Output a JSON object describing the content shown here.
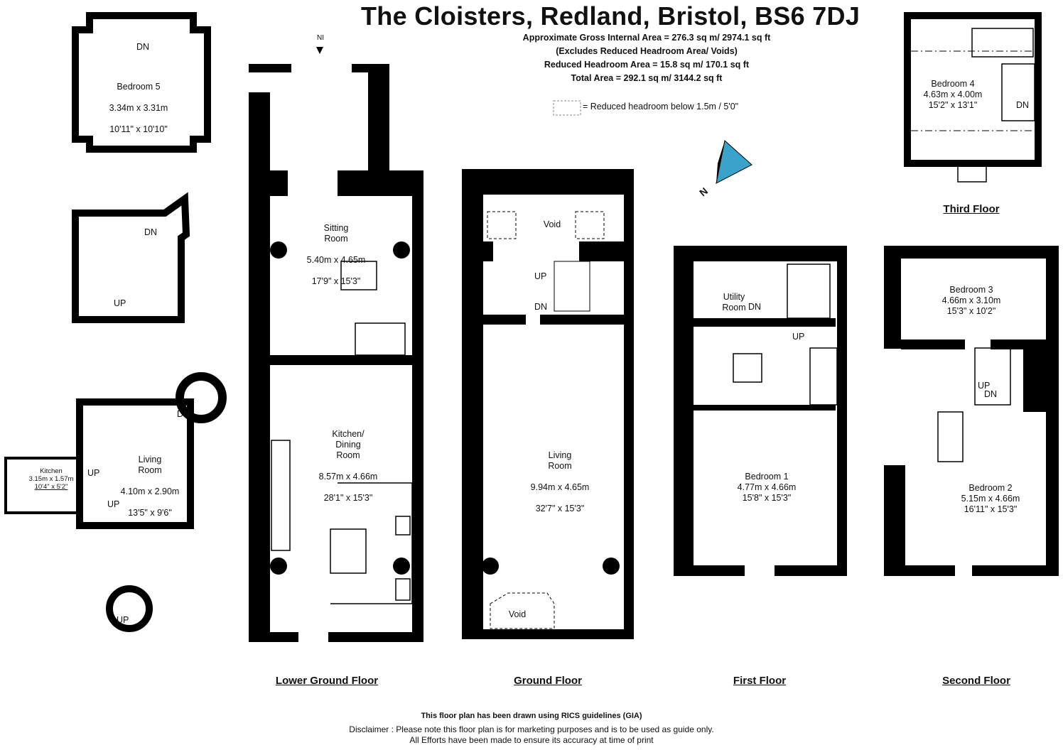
{
  "header": {
    "title": "The Cloisters, Redland, Bristol, BS6 7DJ",
    "area_lines": [
      "Approximate Gross Internal Area = 276.3 sq m/ 2974.1 sq ft",
      "(Excludes Reduced Headroom Area/ Voids)",
      "Reduced Headroom Area = 15.8 sq m/ 170.1 sq ft",
      "Total Area = 292.1 sq m/ 3144.2 sq ft"
    ],
    "legend": "= Reduced headroom below 1.5m / 5'0\""
  },
  "compass": {
    "label": "N"
  },
  "floors": {
    "lower_ground": "Lower Ground Floor",
    "ground": "Ground Floor",
    "first": "First Floor",
    "second": "Second Floor",
    "third": "Third Floor"
  },
  "rooms": {
    "bedroom5": {
      "name": "Bedroom 5",
      "metric": "3.34m x 3.31m",
      "imperial": "10'11\" x 10'10\""
    },
    "living_small": {
      "name": "Living\nRoom",
      "metric": "4.10m x 2.90m",
      "imperial": "13'5\" x 9'6\""
    },
    "kitchen_small": {
      "name": "Kitchen",
      "metric": "3.15m x 1.57m",
      "imperial": "10'4\" x 5'2\""
    },
    "sitting": {
      "name": "Sitting\nRoom",
      "metric": "5.40m x 4.65m",
      "imperial": "17'9\" x 15'3\""
    },
    "kitchen_dining": {
      "name": "Kitchen/\nDining\nRoom",
      "metric": "8.57m x 4.66m",
      "imperial": "28'1\" x 15'3\""
    },
    "living_ground": {
      "name": "Living\nRoom",
      "metric": "9.94m x 4.65m",
      "imperial": "32'7\" x 15'3\""
    },
    "void_top": {
      "name": "Void"
    },
    "void_bottom": {
      "name": "Void"
    },
    "utility": {
      "name": "Utility\nRoom"
    },
    "bedroom1": {
      "name": "Bedroom 1",
      "metric": "4.77m x 4.66m",
      "imperial": "15'8\" x 15'3\""
    },
    "bedroom3": {
      "name": "Bedroom 3",
      "metric": "4.66m x 3.10m",
      "imperial": "15'3\" x 10'2\""
    },
    "bedroom2": {
      "name": "Bedroom 2",
      "metric": "5.15m x 4.66m",
      "imperial": "16'11\" x 15'3\""
    },
    "bedroom4": {
      "name": "Bedroom 4",
      "metric": "4.63m x 4.00m",
      "imperial": "15'2\" x 13'1\""
    }
  },
  "stair_tags": {
    "up": "UP",
    "dn": "DN",
    "ni": "NI"
  },
  "footer": {
    "rics": "This floor plan has been drawn using RICS guidelines (GIA)",
    "disclaimer1": "Disclaimer : Please note this floor plan is for marketing purposes and is to be used as guide only.",
    "disclaimer2": "All Efforts have been made to ensure its accuracy at time of print"
  },
  "colors": {
    "wall": "#000000",
    "compass_fill": "#3aa3c9",
    "background": "#ffffff"
  }
}
